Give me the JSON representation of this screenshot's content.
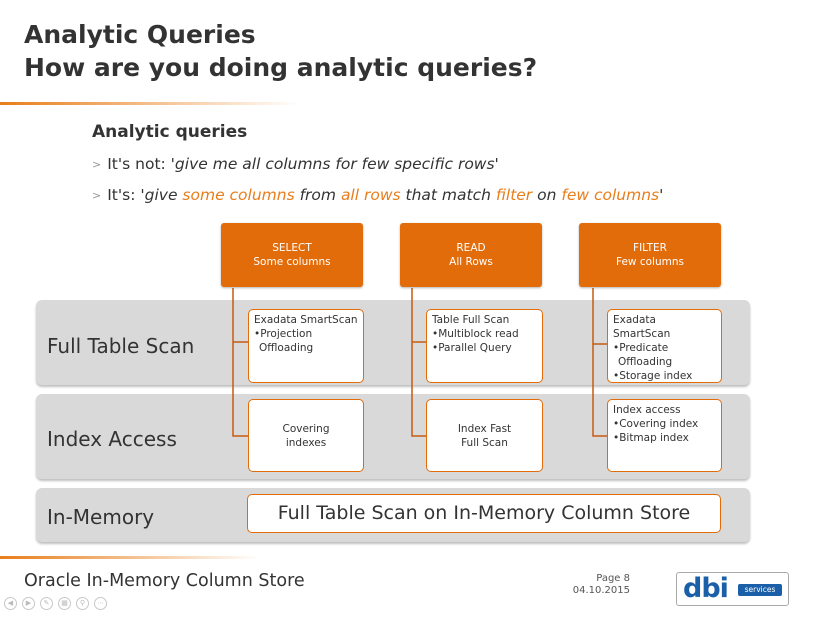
{
  "header": {
    "title": "Analytic Queries",
    "subtitle": "How are you doing analytic queries?"
  },
  "intro": {
    "heading": "Analytic queries",
    "bullet1": {
      "prefix": "It's not: ",
      "quote": "'give me all columns for few specific rows'"
    },
    "bullet2": {
      "prefix": "It's: ",
      "q1": "'give ",
      "h1": "some columns",
      "q2": " from ",
      "h2": "all rows",
      "q3": " that match ",
      "h3": "filter",
      "q4": " on ",
      "h4": "few columns",
      "q5": "'"
    }
  },
  "columns": [
    {
      "line1": "SELECT",
      "line2": "Some columns"
    },
    {
      "line1": "READ",
      "line2": "All Rows"
    },
    {
      "line1": "FILTER",
      "line2": "Few columns"
    }
  ],
  "rows": [
    {
      "label": "Full Table Scan"
    },
    {
      "label": "Index Access"
    },
    {
      "label": "In-Memory"
    }
  ],
  "cells": {
    "fts_select": {
      "title": "Exadata SmartScan",
      "items": [
        "•Projection",
        " Offloading"
      ]
    },
    "fts_read": {
      "title": "Table Full Scan",
      "items": [
        "•Multiblock read",
        "•Parallel Query"
      ]
    },
    "fts_filter": {
      "title": "Exadata SmartScan",
      "items": [
        "•Predicate",
        " Offloading",
        "•Storage index"
      ]
    },
    "ia_select": {
      "line1": "Covering",
      "line2": "indexes"
    },
    "ia_read": {
      "line1": "Index Fast",
      "line2": "Full Scan"
    },
    "ia_filter": {
      "title": "Index access",
      "items": [
        "•Covering index",
        "•Bitmap index"
      ]
    },
    "inmemory": "Full Table Scan on In-Memory Column Store"
  },
  "footer": {
    "title": "Oracle In-Memory Column Store",
    "page": "Page 8",
    "date": "04.10.2015",
    "logo_main": "dbi",
    "logo_sub": "services"
  },
  "colors": {
    "accent": "#e36c0a",
    "band": "#d9d9d9",
    "logo_blue": "#1a5fa8"
  }
}
